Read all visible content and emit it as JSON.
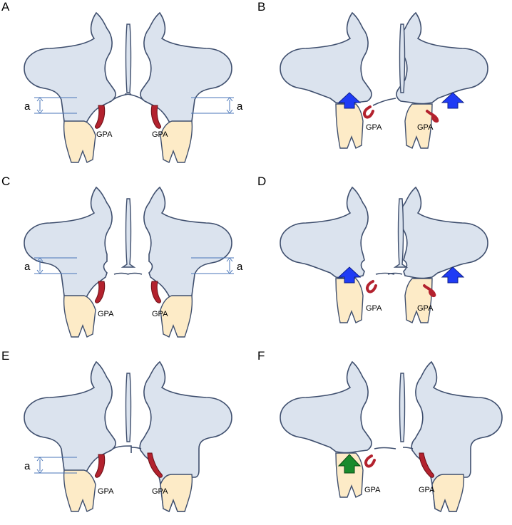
{
  "panels": [
    {
      "letter": "A",
      "label_left": "GPA",
      "label_right": "GPA",
      "a_label_left": "a",
      "a_label_right": "a"
    },
    {
      "letter": "B",
      "label_left": "GPA",
      "label_right": "GPA"
    },
    {
      "letter": "C",
      "label_left": "GPA",
      "label_right": "GPA",
      "a_label_left": "a",
      "a_label_right": "a"
    },
    {
      "letter": "D",
      "label_left": "GPA",
      "label_right": "GPA"
    },
    {
      "letter": "E",
      "label_left": "GPA",
      "label_right": "GPA",
      "a_label_left": "a"
    },
    {
      "letter": "F",
      "label_left": "GPA",
      "label_right": "GPA"
    }
  ],
  "colors": {
    "bone_fill": "#dbe3ee",
    "bone_stroke": "#3f4f6e",
    "tooth_fill": "#fdebc7",
    "artery": "#b3222e",
    "arrow_blue": "#1f3bf5",
    "arrow_green": "#1a8a2c",
    "measure_line": "#4a76b8"
  }
}
